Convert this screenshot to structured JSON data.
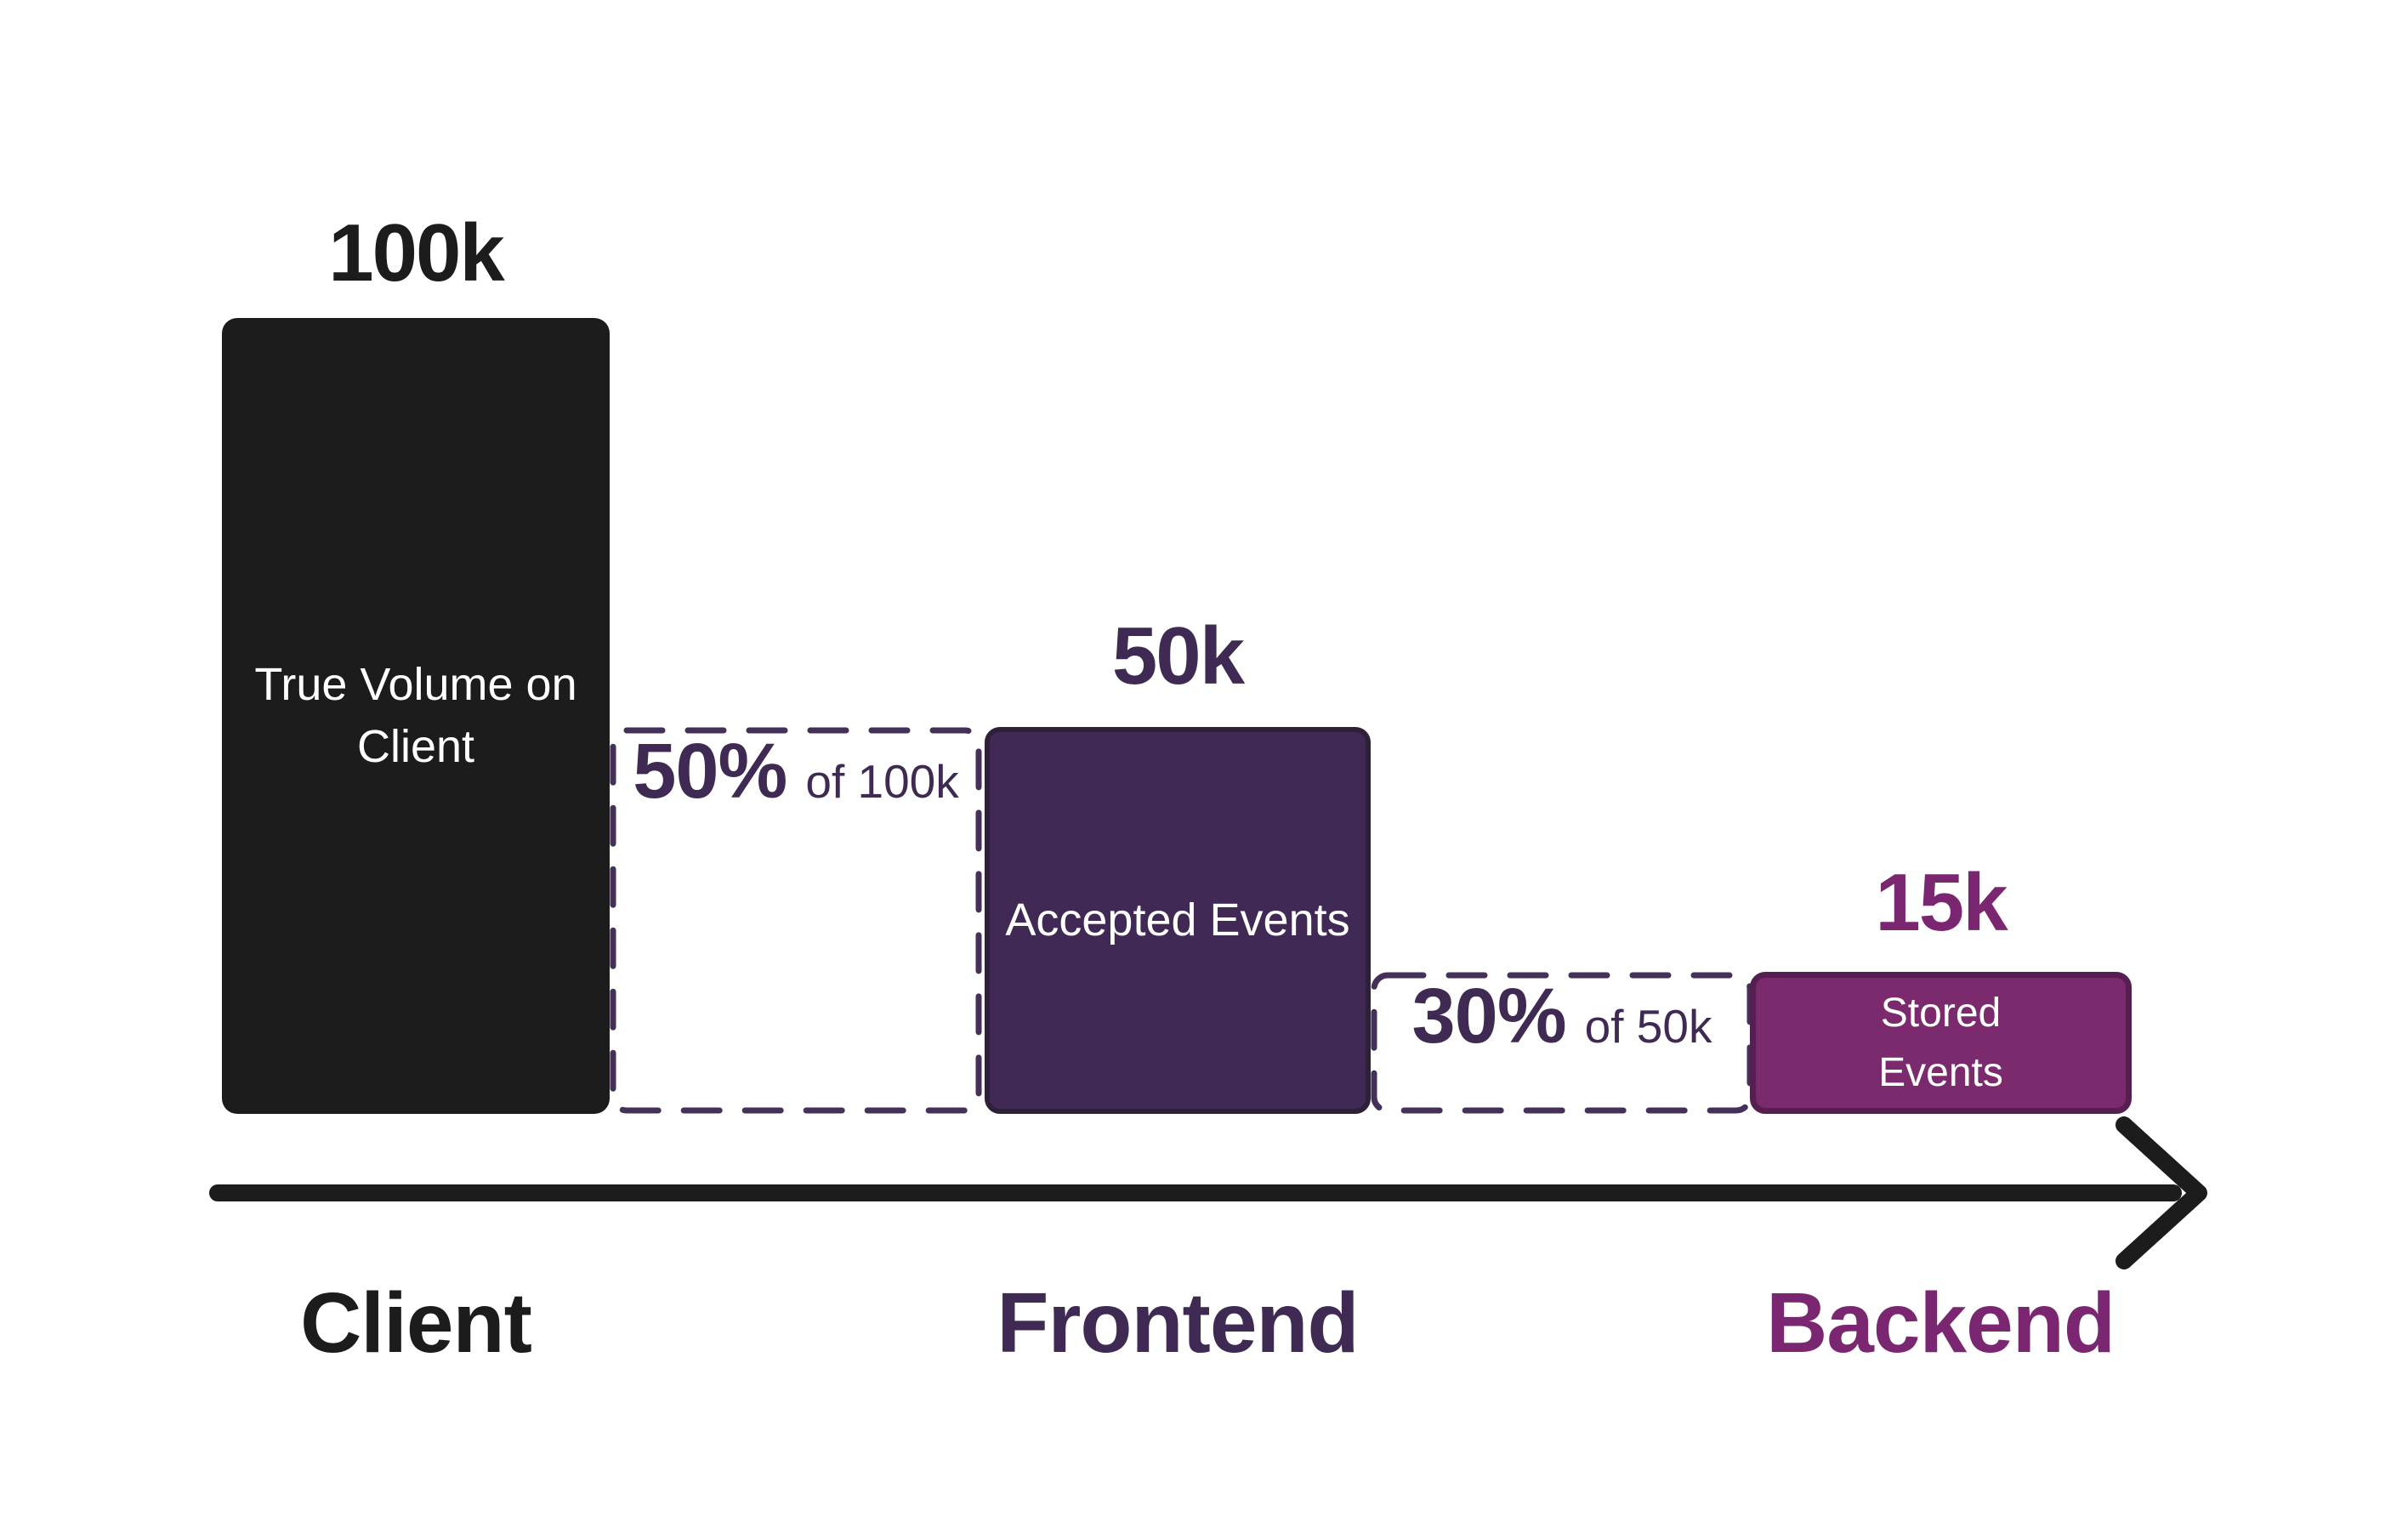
{
  "colors": {
    "background": "#ffffff",
    "ink": "#1d1c1d",
    "text-on-dark": "#ffffff",
    "purple-fill": "#402a55",
    "purple-dark": "#3f2a54",
    "purple-border": "#2e2038",
    "purple-dash": "#443058",
    "magenta": "#7b2a6e",
    "magenta-border": "#552051",
    "magenta-text": "#7b2670"
  },
  "funnel": {
    "client": {
      "value_label": "100k",
      "bar_lines": [
        "True Volume on",
        "Client"
      ],
      "axis_label": "Client"
    },
    "frontend": {
      "value_label": "50k",
      "bar_label": "Accepted Events",
      "drop_pct": "50%",
      "drop_of": "of 100k",
      "axis_label": "Frontend"
    },
    "backend": {
      "value_label": "15k",
      "bar_lines": [
        "Stored",
        "Events"
      ],
      "drop_pct": "30%",
      "drop_of": "of 50k",
      "axis_label": "Backend"
    }
  },
  "chart_data": {
    "type": "bar",
    "variant": "funnel",
    "title": "",
    "categories": [
      "Client",
      "Frontend",
      "Backend"
    ],
    "series": [
      {
        "name": "Events",
        "values": [
          100000,
          50000,
          15000
        ],
        "value_labels": [
          "100k",
          "50k",
          "15k"
        ],
        "bar_labels": [
          "True Volume on Client",
          "Accepted Events",
          "Stored Events"
        ],
        "bar_colors": [
          "#1d1c1d",
          "#402a55",
          "#7b2a6e"
        ]
      }
    ],
    "annotations": [
      {
        "between": [
          "Client",
          "Frontend"
        ],
        "text": "50% of 100k",
        "style": "dashed-box"
      },
      {
        "between": [
          "Frontend",
          "Backend"
        ],
        "text": "30% of 50k",
        "style": "dashed-box"
      }
    ],
    "x_axis": {
      "style": "arrow",
      "labels": [
        "Client",
        "Frontend",
        "Backend"
      ]
    },
    "ylim": [
      0,
      100000
    ],
    "grid": false,
    "legend": false
  }
}
